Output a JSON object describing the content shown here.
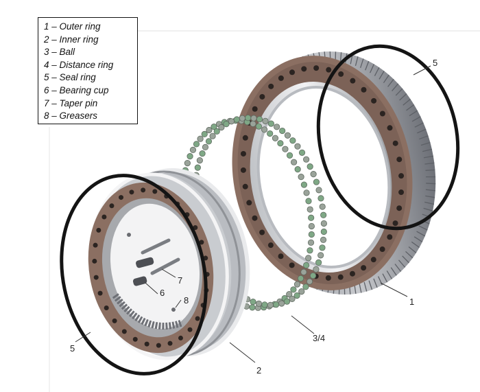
{
  "legend": {
    "items": [
      "1 – Outer ring",
      "2 – Inner ring",
      "3 – Ball",
      "4 – Distance ring",
      "5 – Seal ring",
      "6 – Bearing cup",
      "7 – Taper pin",
      "8 – Greasers"
    ]
  },
  "callouts": {
    "outer_ring": "1",
    "inner_ring": "2",
    "balls_distance": "3/4",
    "seal_top": "5",
    "seal_left": "5",
    "bearing_cup": "6",
    "taper_pin": "7",
    "greaser": "8"
  },
  "colors": {
    "ring_face": "#8b6f62",
    "ring_bore": "#e4e4e6",
    "teeth": "#9a9ca3",
    "seal": "#141414",
    "ball": "#9aa39a",
    "spacer": "#7fa886"
  }
}
